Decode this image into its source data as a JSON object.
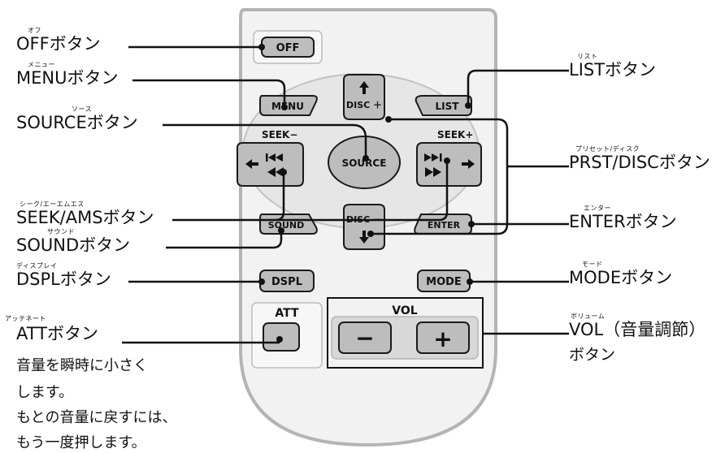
{
  "callouts": {
    "off": {
      "ruby": "オフ",
      "label": "OFFボタン"
    },
    "menu": {
      "ruby": "メニュー",
      "label": "MENUボタン"
    },
    "source": {
      "ruby": "ソース",
      "label": "SOURCEボタン"
    },
    "seek": {
      "ruby": "シーク/エーエムエス",
      "label": "SEEK/AMSボタン"
    },
    "sound": {
      "ruby": "サウンド",
      "label": "SOUNDボタン"
    },
    "dspl": {
      "ruby": "ディスプレイ",
      "label": "DSPLボタン"
    },
    "att": {
      "ruby": "アッテネート",
      "label": "ATTボタン"
    },
    "list": {
      "ruby": "リスト",
      "label": "LISTボタン"
    },
    "prst": {
      "ruby": "プリセット/ディスク",
      "label": "PRST/DISCボタン"
    },
    "enter": {
      "ruby": "エンター",
      "label": "ENTERボタン"
    },
    "mode": {
      "ruby": "モード",
      "label": "MODEボタン"
    },
    "vol": {
      "ruby": "ボリューム",
      "label": "VOL（音量調節）",
      "label2": "ボタン"
    }
  },
  "att_note": [
    "音量を瞬時に小さく",
    "します。",
    "もとの音量に戻すには、",
    "もう一度押します。"
  ],
  "remote": {
    "off": "OFF",
    "menu": "MENU",
    "list": "LIST",
    "disc_plus": "DISC ＋",
    "disc_minus": "DISC －",
    "seek_minus": "SEEK−",
    "seek_plus": "SEEK+",
    "source": "SOURCE",
    "sound": "SOUND",
    "enter": "ENTER",
    "dspl": "DSPL",
    "mode": "MODE",
    "att": "ATT",
    "vol": "VOL",
    "vol_minus": "−",
    "vol_plus": "+"
  },
  "colors": {
    "body_fill": "#f2f2f2",
    "body_stroke": "#b4b4b4",
    "ring_fill": "#e6e6e6",
    "button_fill": "#bdbdbd",
    "button_stroke": "#1a1a1a",
    "leader_line": "#111111"
  }
}
